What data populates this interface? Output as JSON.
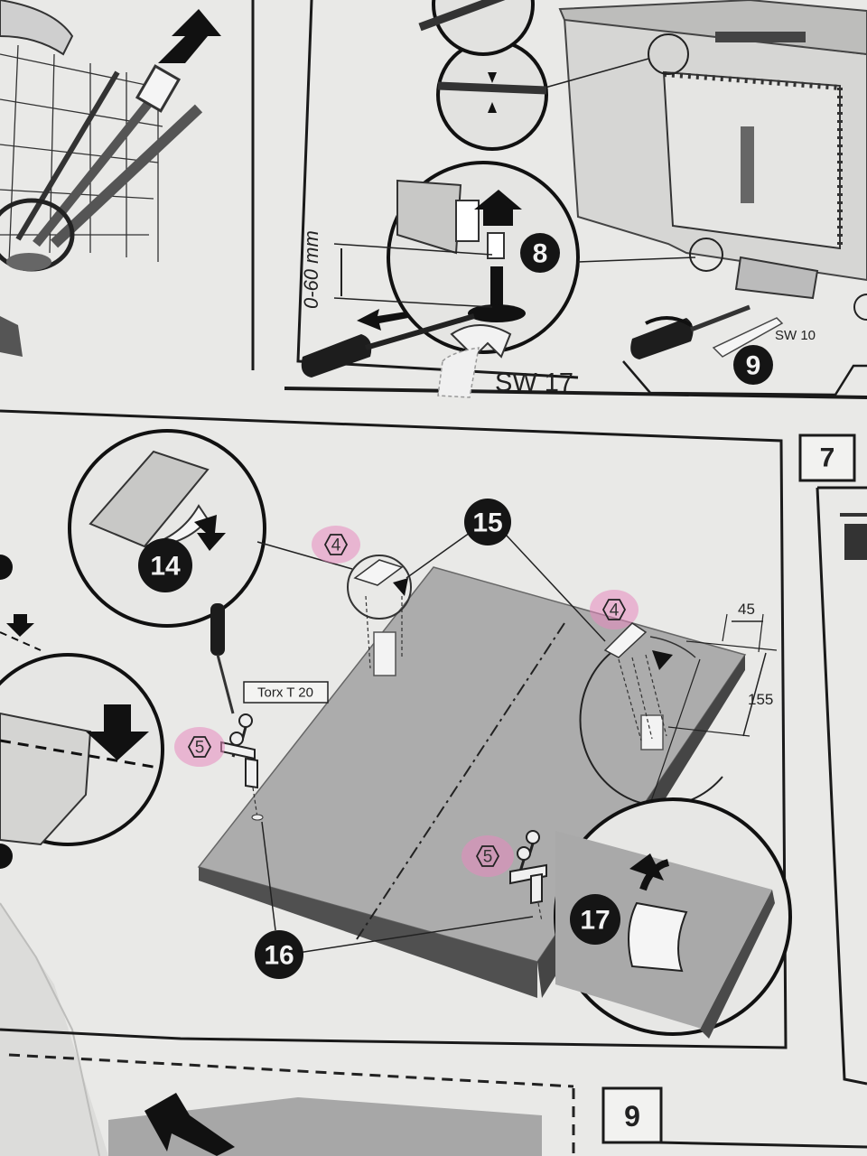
{
  "steps": {
    "step7": "7",
    "step9": "9"
  },
  "callouts": {
    "c8": "8",
    "c9": "9",
    "c14": "14",
    "c15": "15",
    "c16": "16",
    "c17": "17"
  },
  "parts": {
    "part4": "4",
    "part5": "5"
  },
  "labels": {
    "height_range": "0-60 mm",
    "wrench_sw17": "SW 17",
    "wrench_sw10": "SW 10",
    "torx": "Torx T 20",
    "dim_45": "45",
    "dim_155": "155"
  },
  "colors": {
    "paper": "#ececea",
    "panel": "#a9a9a9",
    "ink": "#1a1a1a",
    "highlight": "#e85aa8"
  }
}
